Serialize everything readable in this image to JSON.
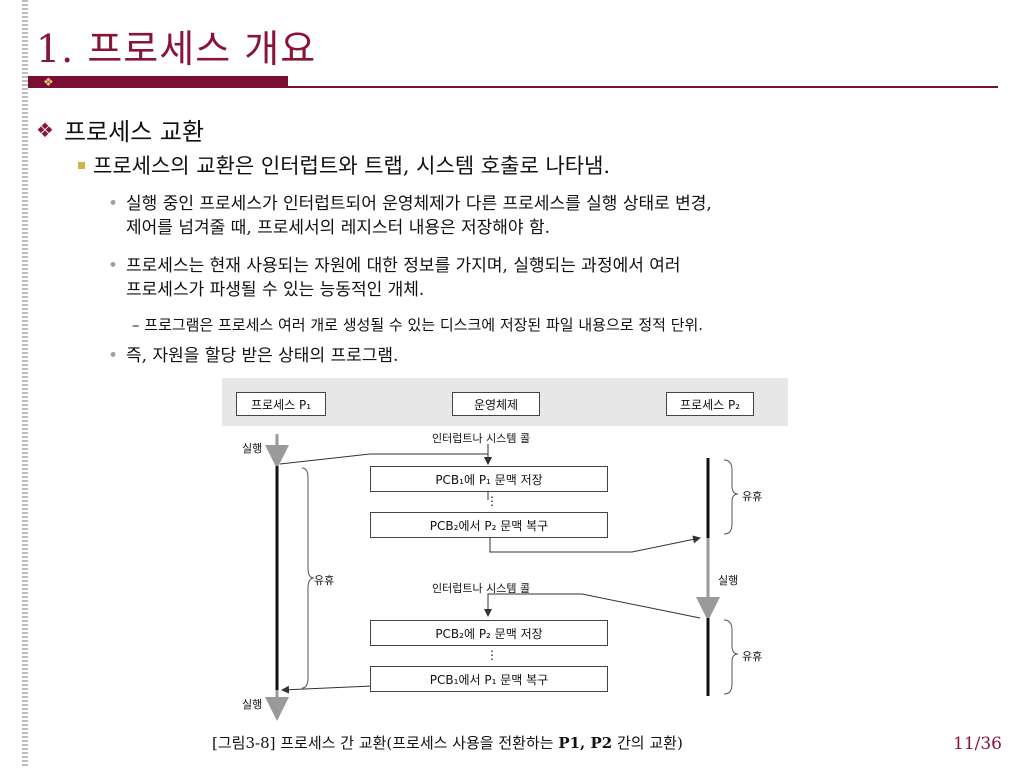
{
  "slide": {
    "title": "1. 프로세스 개요",
    "heading": "프로세스 교환",
    "subheading": "프로세스의 교환은 인터럽트와 트랩, 시스템 호출로 나타냄.",
    "bullets": [
      {
        "line1": "실행 중인 프로세스가 인터럽트되어 운영체제가 다른 프로세스를 실행 상태로 변경,",
        "line2": "제어를 넘겨줄 때, 프로세서의 레지스터 내용은 저장해야 함."
      },
      {
        "line1": "프로세스는 현재 사용되는 자원에 대한 정보를 가지며, 실행되는 과정에서 여러",
        "line2": "프로세스가 파생될 수 있는 능동적인 개체."
      },
      {
        "line1": "즉, 자원을 할당 받은 상태의 프로그램.",
        "line2": ""
      }
    ],
    "sub_bullet": "– 프로그램은 프로세스 여러 개로 생성될 수 있는 디스크에 저장된 파일 내용으로 정적 단위.",
    "caption_pre": "[그림3-8] 프로세스 간 교환(프로세스 사용을 전환하는 ",
    "caption_bold": "P1, P2",
    "caption_post": " 간의 교환)",
    "page": "11/36"
  },
  "figure": {
    "header_p1": "프로세스 P₁",
    "header_os": "운영체제",
    "header_p2": "프로세스 P₂",
    "run_label": "실행",
    "wait_label": "유휴",
    "interrupt_label": "인터럽트나 시스템 콜",
    "box1": "PCB₁에 P₁ 문맥 저장",
    "box2": "PCB₂에서 P₂ 문맥 복구",
    "box3": "PCB₂에 P₂ 문맥 저장",
    "box4": "PCB₁에서 P₁ 문맥 복구",
    "dots": "⋮"
  },
  "colors": {
    "accent": "#8a1438",
    "bar": "#7a0f33",
    "bullet_square": "#d8b04a"
  }
}
